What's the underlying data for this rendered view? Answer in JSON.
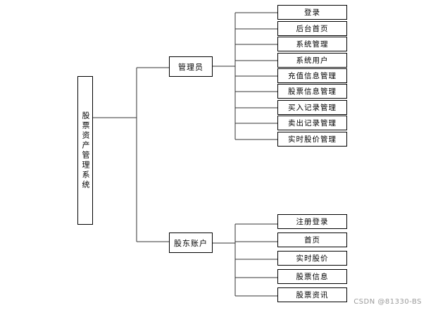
{
  "root": {
    "label": "股票资产管理系统"
  },
  "groups": [
    {
      "label": "管理员",
      "items": [
        "登录",
        "后台首页",
        "系统管理",
        "系统用户",
        "充值信息管理",
        "股票信息管理",
        "买入记录管理",
        "卖出记录管理",
        "实时股价管理"
      ]
    },
    {
      "label": "股东账户",
      "items": [
        "注册登录",
        "首页",
        "实时股价",
        "股票信息",
        "股票资讯"
      ]
    }
  ],
  "watermark": "CSDN @81330-BS"
}
